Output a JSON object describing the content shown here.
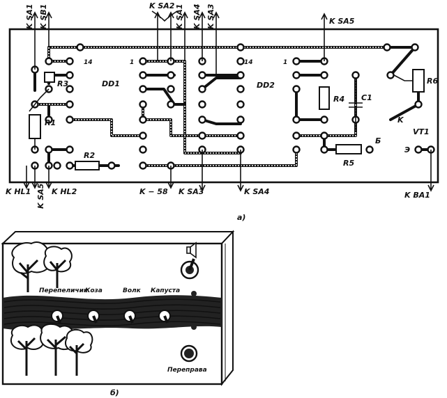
{
  "board": {
    "top_labels": [
      "K SA1",
      "K SB1",
      "K SA2",
      "K SA1",
      "K SA4",
      "K SA3",
      "K SA5"
    ],
    "bottom_labels": [
      "K HL1",
      "K SA5",
      "K HL2",
      "K − 58",
      "K SA3",
      "K SA4",
      "K BA1"
    ],
    "chips": [
      "DD1",
      "DD2"
    ],
    "pin_labels": [
      "14",
      "1",
      "14",
      "1"
    ],
    "components": [
      "R3",
      "R1",
      "R2",
      "R4",
      "C1",
      "R5",
      "R6",
      "VT1"
    ],
    "transistor_pins": [
      "K",
      "Б",
      "Э"
    ],
    "caption": "а)"
  },
  "panel": {
    "toggle_labels": [
      "Перепеличик",
      "Коза",
      "Волк",
      "Капуста"
    ],
    "button_label": "Переправа",
    "caption": "б)"
  }
}
